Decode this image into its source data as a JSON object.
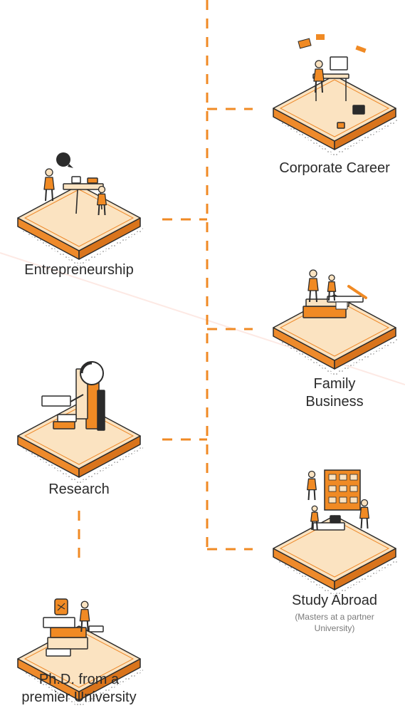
{
  "colors": {
    "accent": "#f08a24",
    "platform_top": "#fbe3c1",
    "platform_side": "#ee8a2b",
    "ink": "#2b2b2b",
    "muted": "#7a7a7a"
  },
  "nodes": [
    {
      "id": "corporate-career",
      "title": [
        "Corporate Career"
      ],
      "subtitle": [],
      "icon": "office-desk-illustration"
    },
    {
      "id": "entrepreneurship",
      "title": [
        "Entrepreneurship"
      ],
      "subtitle": [],
      "icon": "team-meeting-illustration"
    },
    {
      "id": "family-business",
      "title": [
        "Family",
        "Business"
      ],
      "subtitle": [],
      "icon": "family-office-illustration"
    },
    {
      "id": "research",
      "title": [
        "Research"
      ],
      "subtitle": [],
      "icon": "magnifier-books-illustration"
    },
    {
      "id": "study-abroad",
      "title": [
        "Study Abroad"
      ],
      "subtitle": [
        "(Masters at a partner",
        "University)"
      ],
      "icon": "classroom-board-illustration"
    },
    {
      "id": "phd",
      "title": [
        "Ph.D. from a",
        "premier University"
      ],
      "subtitle": [],
      "icon": "scholar-reading-illustration"
    }
  ]
}
